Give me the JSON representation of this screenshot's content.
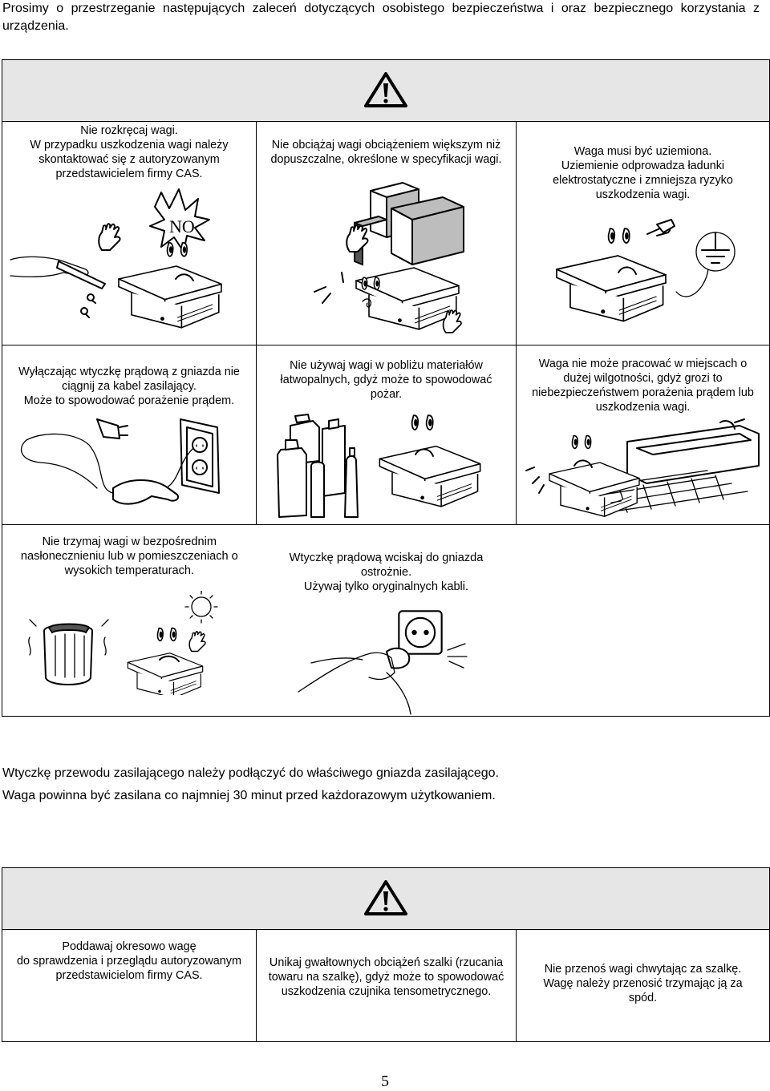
{
  "intro": "Prosimy o przestrzeganie następujących zaleceń dotyczących osobistego bezpieczeństwa i oraz bezpiecznego korzystania z urządzenia.",
  "warning_icon": "warning-triangle-icon",
  "table1": {
    "row1": [
      "Nie rozkręcaj wagi.\nW przypadku uszkodzenia wagi należy skontaktować się z autoryzowanym przedstawicielem firmy CAS.",
      "Nie obciążaj wagi obciążeniem większym niż dopuszczalne, określone w specyfikacji wagi.",
      "Waga musi być uziemiona.\nUziemienie odprowadza ładunki elektrostatyczne i zmniejsza ryzyko uszkodzenia wagi."
    ],
    "no_sign": "NO",
    "row2": [
      "Wyłączając wtyczkę prądową z gniazda nie ciągnij za kabel zasilający.\nMoże to spowodować porażenie prądem.",
      "Nie używaj wagi w pobliżu materiałów łatwopalnych, gdyż może to spowodować pożar.",
      "Waga nie może pracować w miejscach o dużej wilgotności, gdyż grozi to niebezpieczeństwem porażenia prądem lub uszkodzenia wagi."
    ],
    "row3": [
      "Nie trzymaj wagi w bezpośrednim nasłonecznieniu lub w pomieszczeniach o wysokich temperaturach.",
      "Wtyczkę prądową wciskaj do gniazda ostrożnie.\nUżywaj tylko oryginalnych kabli."
    ]
  },
  "note_line1": "Wtyczkę przewodu zasilającego należy podłączyć do właściwego gniazda zasilającego.",
  "note_line2": "Waga powinna być zasilana co najmniej 30 minut przed każdorazowym użytkowaniem.",
  "table2": {
    "row1": [
      "Poddawaj okresowo wagę\ndo sprawdzenia i przeglądu autoryzowanym przedstawicielom firmy CAS.",
      "Unikaj gwałtownych obciążeń szalki (rzucania towaru na szalkę), gdyż może to spowodować uszkodzenia czujnika tensometrycznego.",
      "Nie przenoś wagi chwytając za szalkę.\nWagę należy przenosić trzymając ją za spód."
    ]
  },
  "page_number": "5"
}
